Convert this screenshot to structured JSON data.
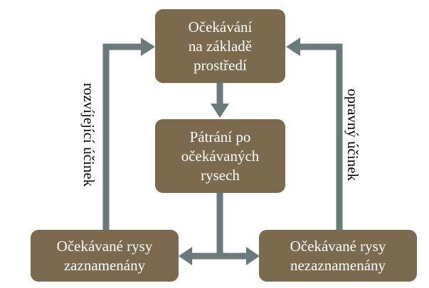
{
  "colors": {
    "box_fill": "#7b6a4e",
    "box_text": "#ffffff",
    "arrow": "#6b7b7b",
    "label_text": "#000000"
  },
  "nodes": {
    "top": "Očekávání na základě prostředí",
    "top_lines": [
      "Očekávání",
      "na základě",
      "prostředí"
    ],
    "middle": "Pátrání po očekávaných rysech",
    "middle_lines": [
      "Pátrání po",
      "očekávaných",
      "rysech"
    ],
    "bottom_left": "Očekávané rysy zaznamenány",
    "bottom_left_lines": [
      "Očekávané rysy",
      "zaznamenány"
    ],
    "bottom_right": "Očekávané rysy nezaznamenány",
    "bottom_right_lines": [
      "Očekávané rysy",
      "nezaznamenány"
    ]
  },
  "edge_labels": {
    "left": "rozvíjející účinek",
    "right": "opravný účinek"
  },
  "edges": [
    {
      "from": "top",
      "to": "middle"
    },
    {
      "from": "middle",
      "to": "bottom_left"
    },
    {
      "from": "middle",
      "to": "bottom_right"
    },
    {
      "from": "bottom_left",
      "to": "top",
      "label": "left"
    },
    {
      "from": "bottom_right",
      "to": "top",
      "label": "right"
    }
  ]
}
